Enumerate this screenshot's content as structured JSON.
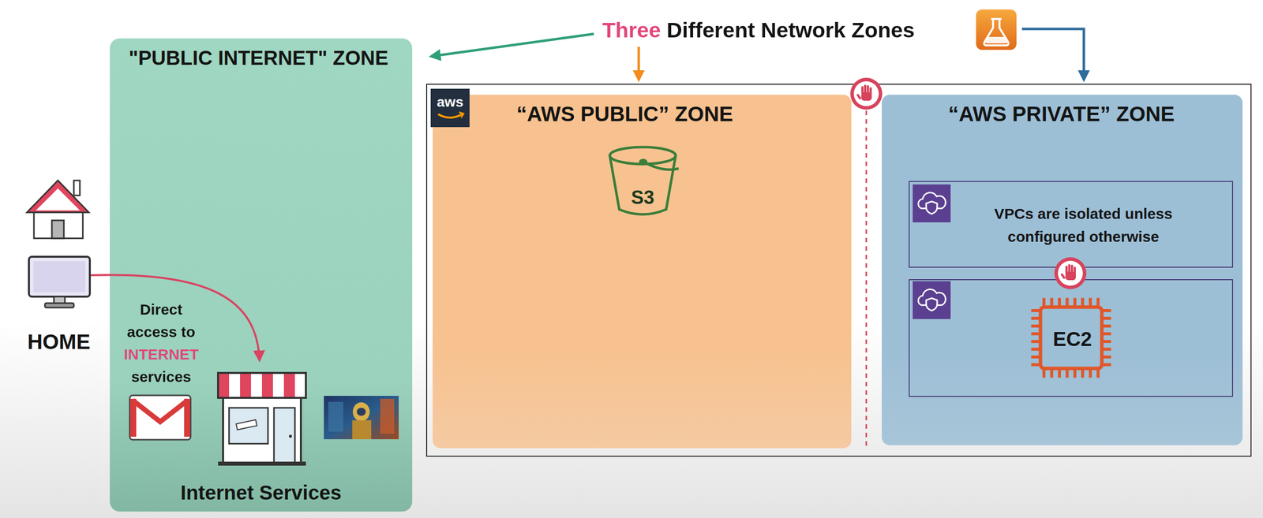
{
  "diagram": {
    "title": "Three Different Network Zones",
    "nodes": [
      {
        "text": [
          "\"PUBLIC INTERNET\" ZONE",
          "Direct access to INTERNET services",
          "Internet Services"
        ]
      },
      {
        "text": [
          "“AWS PUBLIC” ZONE",
          "S3"
        ]
      },
      {
        "text": [
          "“AWS PRIVATE” ZONE"
        ]
      },
      {
        "text": [
          "VPCs are isolated unless configured otherwise"
        ],
        "in": 2
      },
      {
        "text": [
          "EC2"
        ],
        "in": 2
      }
    ],
    "labels": [
      "HOME",
      "aws"
    ]
  }
}
